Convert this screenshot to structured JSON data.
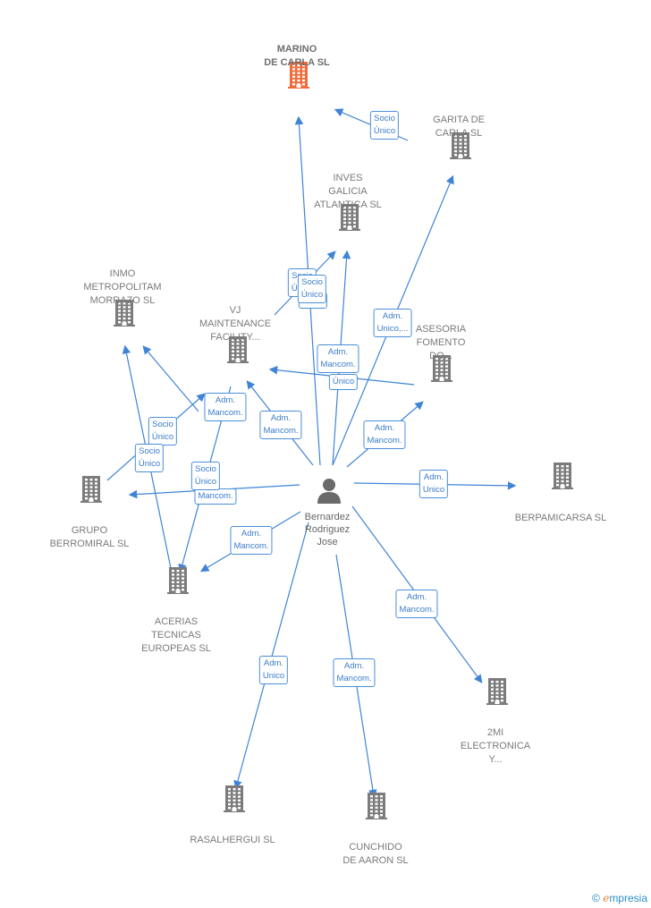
{
  "colors": {
    "edge": "#3f84d6",
    "building": "#7c7c7c",
    "building_main": "#f26b3a",
    "person": "#6a6a6a"
  },
  "person": {
    "icon": "person-icon",
    "name_lines": [
      "Bernardez",
      "Rodriguez",
      "Jose"
    ]
  },
  "companies": [
    {
      "id": "marino",
      "lines": [
        "MARINO",
        "DE CARLA  SL"
      ],
      "main": true
    },
    {
      "id": "garita",
      "lines": [
        "GARITA DE",
        "CARLA  SL"
      ]
    },
    {
      "id": "inves",
      "lines": [
        "INVES",
        "GALICIA",
        "ATLANTICA  SL"
      ]
    },
    {
      "id": "inmo",
      "lines": [
        "INMO",
        "METROPOLITAM",
        "MORRAZO  SL"
      ]
    },
    {
      "id": "vj",
      "lines": [
        "VJ",
        "MAINTENANCE",
        "FACILITY..."
      ]
    },
    {
      "id": "asesoria",
      "lines": [
        "ASESORIA",
        "FOMENTO",
        "DO..."
      ]
    },
    {
      "id": "grupo",
      "lines": [
        "GRUPO",
        "BERROMIRAL SL"
      ]
    },
    {
      "id": "berpamicarsa",
      "lines": [
        "BERPAMICARSA SL"
      ]
    },
    {
      "id": "acerias",
      "lines": [
        "ACERIAS",
        "TECNICAS",
        "EUROPEAS  SL"
      ]
    },
    {
      "id": "2mi",
      "lines": [
        "2MI",
        "ELECTRONICA",
        "Y..."
      ]
    },
    {
      "id": "rasalhergui",
      "lines": [
        "RASALHERGUI SL"
      ]
    },
    {
      "id": "cunchido",
      "lines": [
        "CUNCHIDO",
        "DE AARON SL"
      ]
    }
  ],
  "edge_labels": [
    {
      "lines": [
        "Socio",
        "Único"
      ]
    },
    {
      "lines": [
        "Socio",
        "Único"
      ]
    },
    {
      "lines": [
        "Socio",
        "Único"
      ]
    },
    {
      "lines": [
        "Adm.",
        "Unico,..."
      ]
    },
    {
      "lines": [
        "Adm.",
        "Mancom."
      ]
    },
    {
      "lines": [
        "Único"
      ]
    },
    {
      "lines": [
        "Adm.",
        "Mancom."
      ]
    },
    {
      "lines": [
        "Adm.",
        "Mancom."
      ]
    },
    {
      "lines": [
        "Socio",
        "Único"
      ]
    },
    {
      "lines": [
        "Socio",
        "Único"
      ]
    },
    {
      "lines": [
        "Adm.",
        "Mancom."
      ]
    },
    {
      "lines": [
        "Socio",
        "Único"
      ]
    },
    {
      "lines": [
        "Mancom."
      ]
    },
    {
      "lines": [
        "Adm.",
        "Unico"
      ]
    },
    {
      "lines": [
        "Adm.",
        "Mancom."
      ]
    },
    {
      "lines": [
        "Adm.",
        "Mancom."
      ]
    },
    {
      "lines": [
        "Adm.",
        "Unico"
      ]
    },
    {
      "lines": [
        "Adm.",
        "Mancom."
      ]
    },
    {
      "lines": [
        "Único"
      ]
    }
  ],
  "footer": {
    "copyright": "©",
    "brand_initial": "e",
    "brand_rest": "mpresia"
  }
}
